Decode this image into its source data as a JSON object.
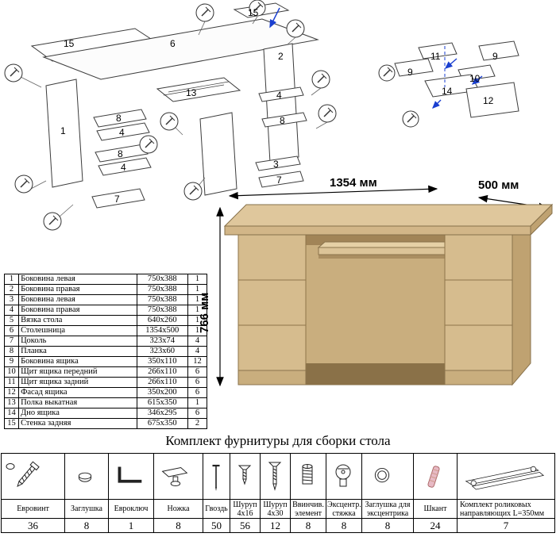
{
  "dimensions": {
    "width": "1354 мм",
    "depth": "500 мм",
    "height": "766 мм"
  },
  "diagram_left": {
    "labels": [
      "15",
      "6",
      "15",
      "1",
      "8",
      "4",
      "8",
      "4",
      "7",
      "13",
      "2",
      "4",
      "8",
      "3",
      "7"
    ]
  },
  "diagram_right": {
    "labels": [
      "11",
      "9",
      "9",
      "14",
      "10",
      "12"
    ]
  },
  "parts_table": {
    "rows": [
      {
        "num": "1",
        "name": "Боковина левая",
        "size": "750x388",
        "qty": "1"
      },
      {
        "num": "2",
        "name": "Боковина правая",
        "size": "750x388",
        "qty": "1"
      },
      {
        "num": "3",
        "name": "Боковина левая",
        "size": "750x388",
        "qty": "1"
      },
      {
        "num": "4",
        "name": "Боковина правая",
        "size": "750x388",
        "qty": "1"
      },
      {
        "num": "5",
        "name": "Вязка стола",
        "size": "640x260",
        "qty": "1"
      },
      {
        "num": "6",
        "name": "Столешница",
        "size": "1354x500",
        "qty": "1"
      },
      {
        "num": "7",
        "name": "Цоколь",
        "size": "323x74",
        "qty": "4"
      },
      {
        "num": "8",
        "name": "Планка",
        "size": "323x60",
        "qty": "4"
      },
      {
        "num": "9",
        "name": "Боковина ящика",
        "size": "350x110",
        "qty": "12"
      },
      {
        "num": "10",
        "name": "Щит ящика передний",
        "size": "266x110",
        "qty": "6"
      },
      {
        "num": "11",
        "name": "Щит ящика задний",
        "size": "266x110",
        "qty": "6"
      },
      {
        "num": "12",
        "name": "Фасад ящика",
        "size": "350x200",
        "qty": "6"
      },
      {
        "num": "13",
        "name": "Полка выкатная",
        "size": "615x350",
        "qty": "1"
      },
      {
        "num": "14",
        "name": "Дно ящика",
        "size": "346x295",
        "qty": "6"
      },
      {
        "num": "15",
        "name": "Стенка задняя",
        "size": "675x350",
        "qty": "2"
      }
    ]
  },
  "hardware": {
    "title": "Комплект фурнитуры для сборки стола",
    "items": [
      {
        "name": "Евровинт",
        "qty": "36",
        "icon": "euroscrew-icon"
      },
      {
        "name": "Заглушка",
        "qty": "8",
        "icon": "cap-icon"
      },
      {
        "name": "Евроключ",
        "qty": "1",
        "icon": "hexkey-icon"
      },
      {
        "name": "Ножка",
        "qty": "8",
        "icon": "leg-icon"
      },
      {
        "name": "Гвоздь",
        "qty": "50",
        "icon": "nail-icon"
      },
      {
        "name": "Шуруп 4x16",
        "qty": "56",
        "icon": "screw-short-icon"
      },
      {
        "name": "Шуруп 4x30",
        "qty": "12",
        "icon": "screw-long-icon"
      },
      {
        "name": "Ввинчив. элемент",
        "qty": "8",
        "icon": "threaded-insert-icon"
      },
      {
        "name": "Эксцентр. стяжка",
        "qty": "8",
        "icon": "cam-lock-icon"
      },
      {
        "name": "Заглушка для эксцентрика",
        "qty": "8",
        "icon": "cam-cap-icon"
      },
      {
        "name": "Шкант",
        "qty": "24",
        "icon": "dowel-icon"
      },
      {
        "name": "Комплект роликовых направляющих L=350мм",
        "qty": "7",
        "icon": "drawer-slides-icon"
      }
    ]
  },
  "colors": {
    "wood_top": "#dfc79c",
    "wood_front": "#d6bc8e",
    "wood_side": "#bfa271",
    "wood_back": "#c9ae7e",
    "diagram_line": "#3c3c3c",
    "arrow_blue": "#1a3fd0"
  }
}
